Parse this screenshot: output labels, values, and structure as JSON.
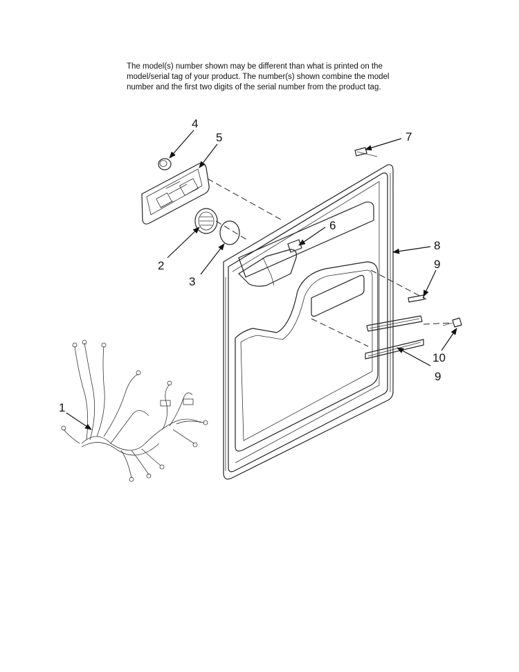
{
  "note": {
    "line1": "The model(s) number shown may be different than what is printed on the",
    "line2": "model/serial tag of your product. The number(s) shown combine the model",
    "line3": "number and the first two digits of the serial number from the product tag."
  },
  "callouts": {
    "c1": "1",
    "c2": "2",
    "c3": "3",
    "c4": "4",
    "c5": "5",
    "c6": "6",
    "c7": "7",
    "c8": "8",
    "c9a": "9",
    "c9b": "9",
    "c10": "10"
  }
}
